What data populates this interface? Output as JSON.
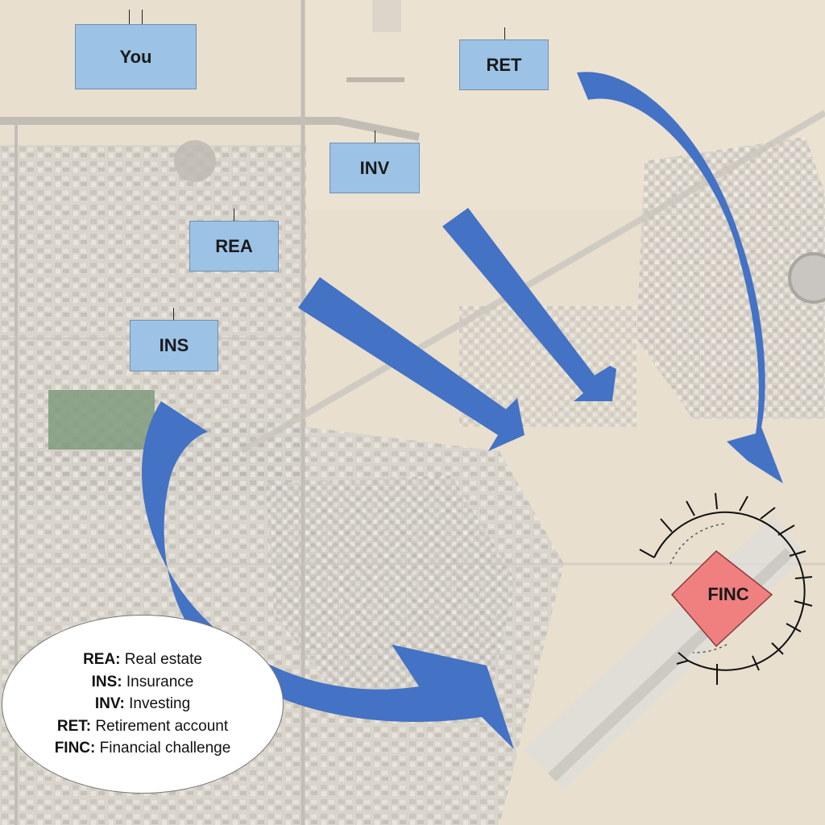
{
  "boxes": {
    "you": "You",
    "ret": "RET",
    "inv": "INV",
    "rea": "REA",
    "ins": "INS"
  },
  "target": "FINC",
  "legend": [
    {
      "abbr": "REA:",
      "text": "Real estate"
    },
    {
      "abbr": "INS:",
      "text": "Insurance"
    },
    {
      "abbr": "INV:",
      "text": "Investing"
    },
    {
      "abbr": "RET:",
      "text": "Retirement account"
    },
    {
      "abbr": "FINC:",
      "text": "Financial challenge"
    }
  ],
  "colors": {
    "box_fill": "#9cc3e6",
    "arrow": "#4472c4",
    "target_fill": "#f08080"
  }
}
